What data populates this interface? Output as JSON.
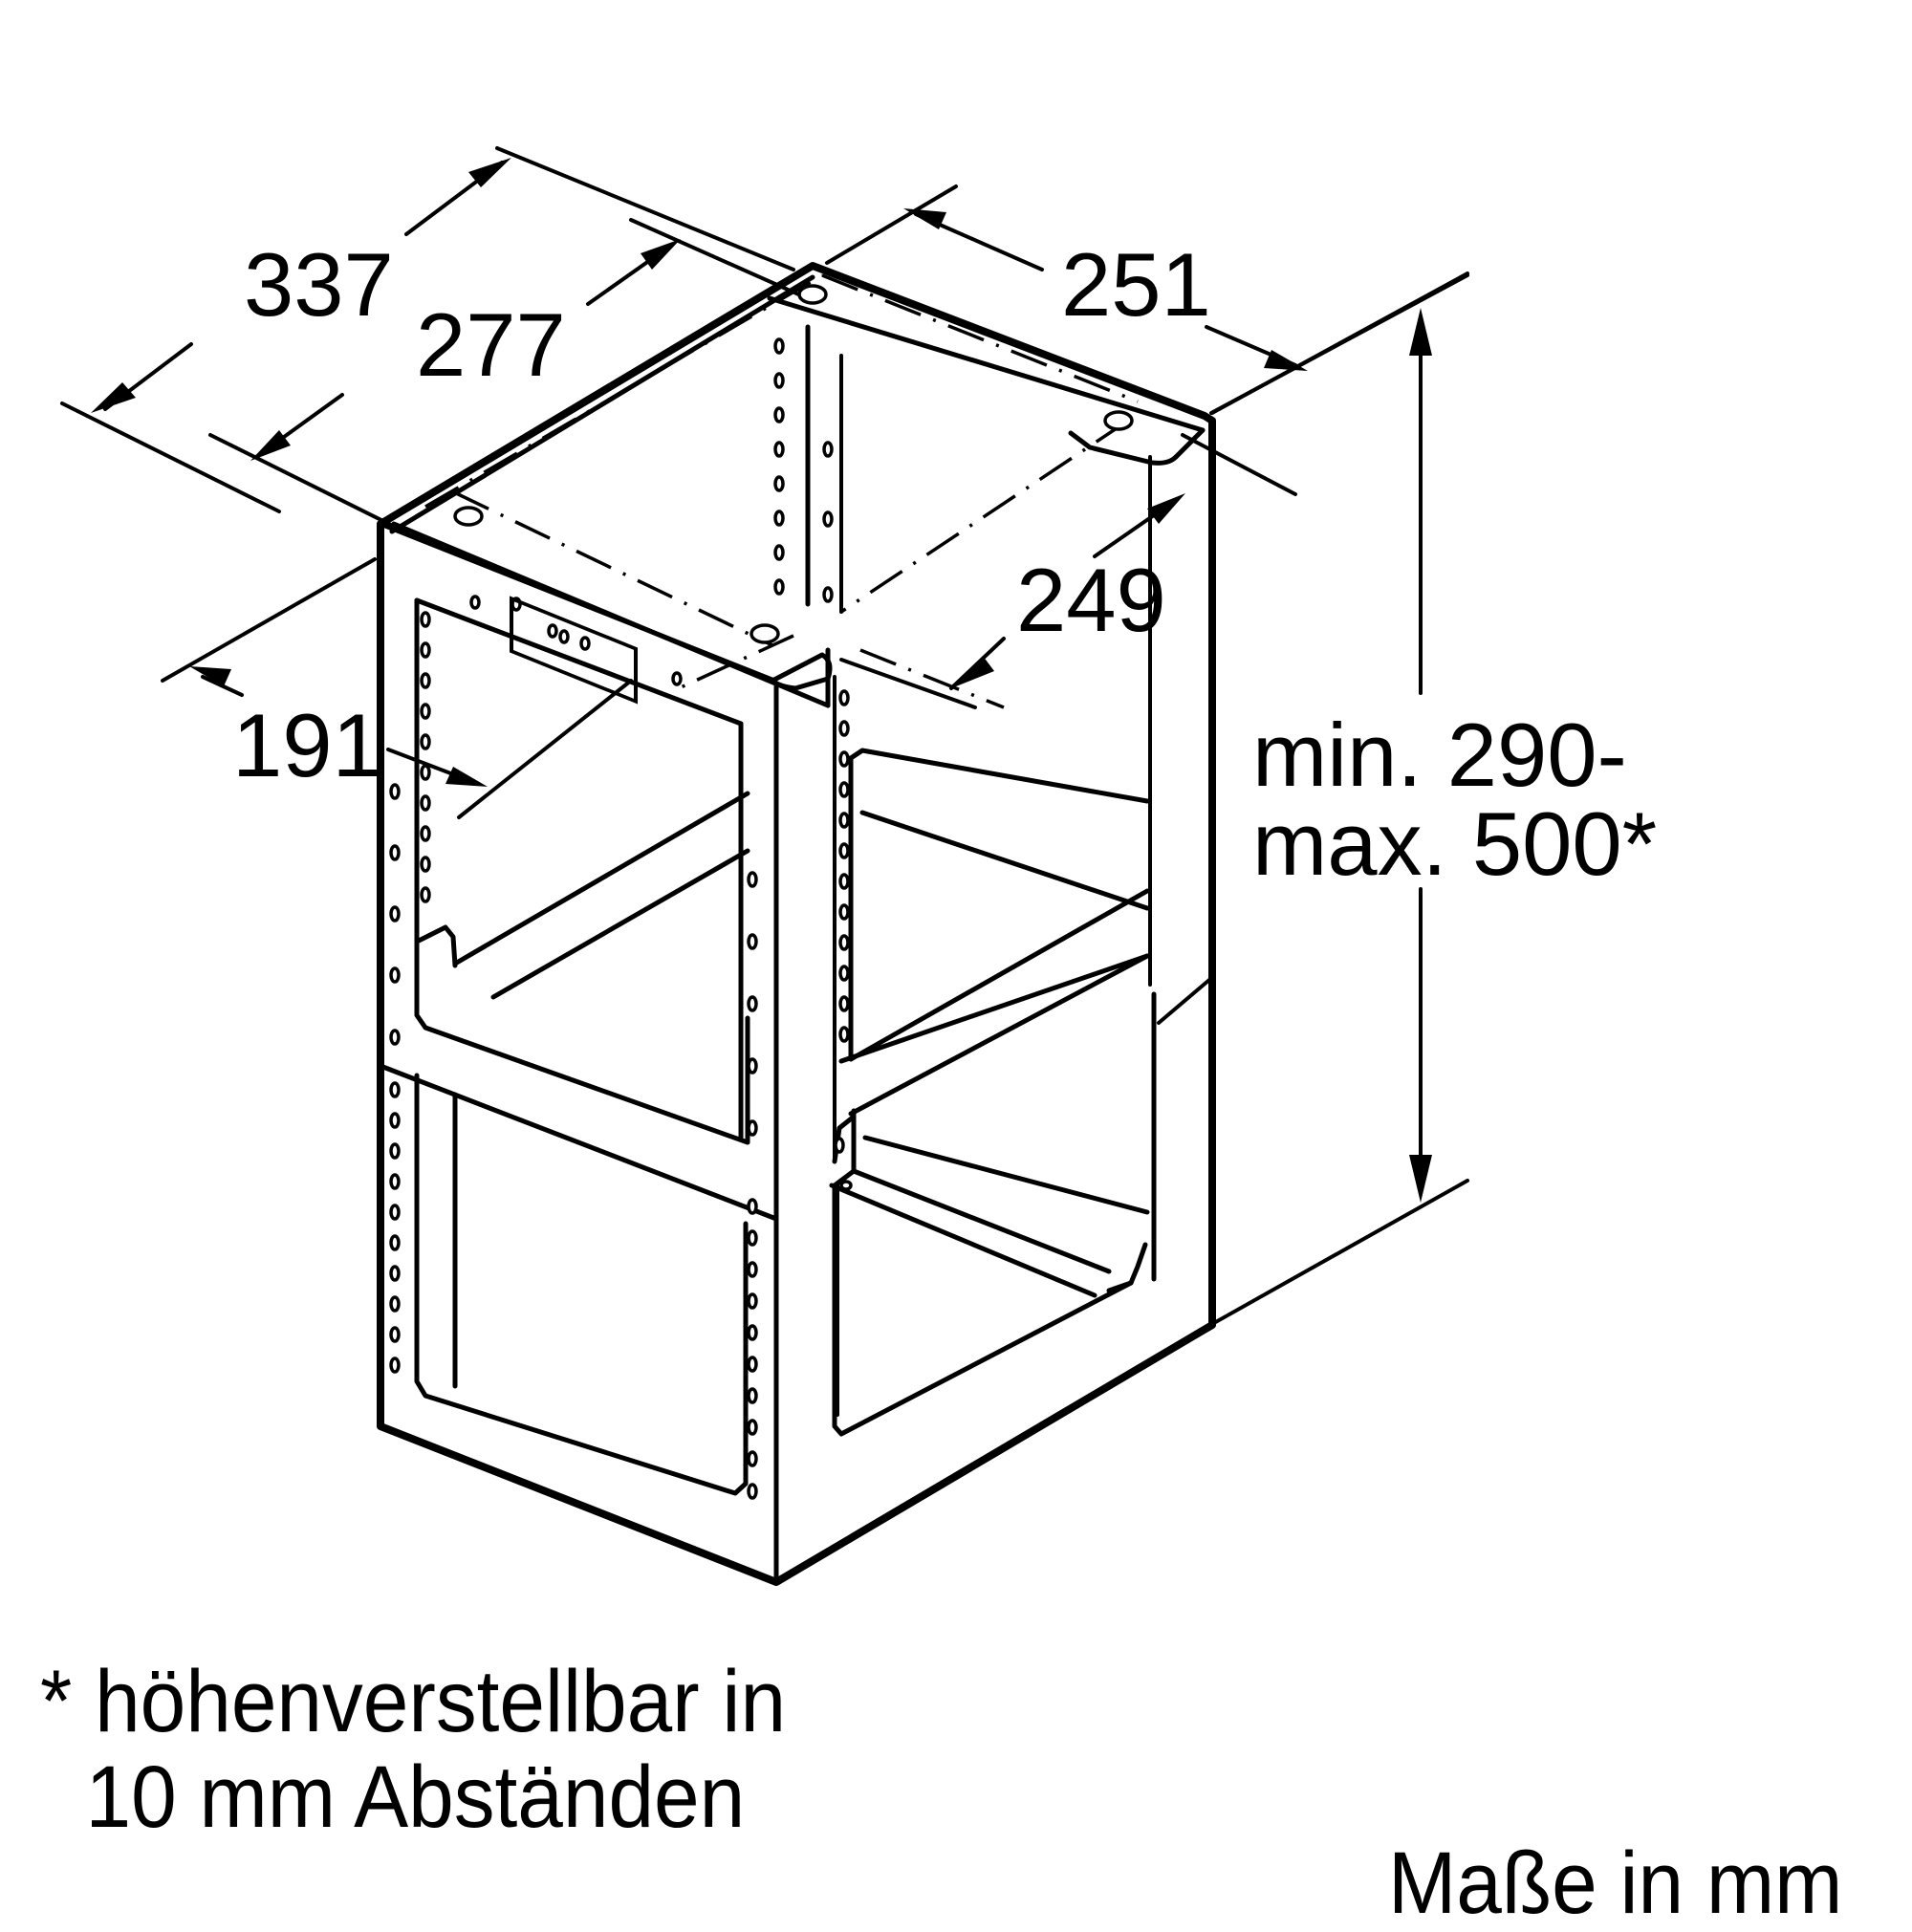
{
  "drawing": {
    "title": "Raised base frame – dimension drawing",
    "line_color": "#000000",
    "background": "#ffffff"
  },
  "dimensions": {
    "outer_depth": "337",
    "inner_depth": "277",
    "outer_width": "251",
    "inner_width": "249",
    "inner_offset": "191",
    "height_line1": "min. 290-",
    "height_line2": "max. 500*"
  },
  "notes": {
    "footnote_line1": "* höhenverstellbar in",
    "footnote_line2": "  10 mm Abständen",
    "units": "Maße in mm"
  }
}
